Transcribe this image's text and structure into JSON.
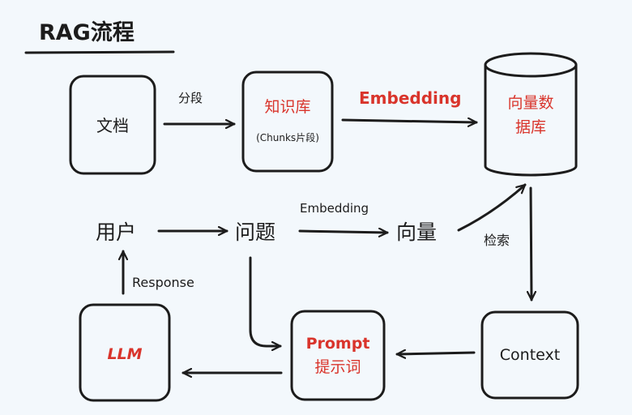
{
  "title": "RAG流程",
  "colors": {
    "ink": "#1c1c1c",
    "accent": "#d9342b",
    "background": "#f3f8fc"
  },
  "nodes": {
    "documents": {
      "label": "文档"
    },
    "knowledge_base": {
      "label": "知识库",
      "sublabel": "(Chunks片段)"
    },
    "vector_db": {
      "line1": "向量数",
      "line2": "据库"
    },
    "user": {
      "label": "用户"
    },
    "question": {
      "label": "问题"
    },
    "vector": {
      "label": "向量"
    },
    "llm": {
      "label": "LLM"
    },
    "prompt": {
      "line1": "Prompt",
      "line2": "提示词"
    },
    "context": {
      "label": "Context"
    }
  },
  "edges": {
    "chunking": "分段",
    "embedding_kb": "Embedding",
    "embedding_question": "Embedding",
    "retrieval": "检索",
    "response": "Response"
  }
}
